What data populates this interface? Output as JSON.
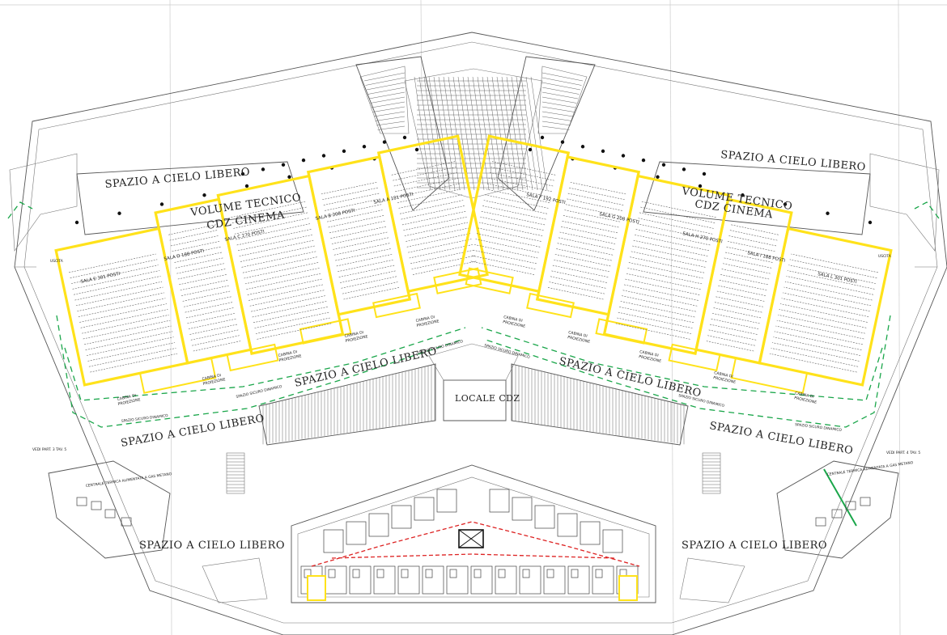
{
  "labels": {
    "open_space": "SPAZIO A CIELO LIBERO",
    "technical_volume_line1": "VOLUME TECNICO",
    "technical_volume_line2": "CDZ CINEMA",
    "cdz_room": "LOCALE CDZ",
    "safe_space": "SPAZIO SICURO DINAMICO",
    "projection_booth": "CABINA DI PROIEZIONE",
    "projection_booth_line1": "CABINA DI",
    "projection_booth_line2": "PROIEZIONE",
    "thermal_plant_left": "CENTRALE TERMICA ALIMENTATA A GAS METANO",
    "thermal_plant_right": "CENTRALE TERMICA ALIMENTATA A GAS METANO",
    "see_part_left": "VEDI PART. 3 TAV. 5",
    "see_part_right": "VEDI PART. 4 TAV. 5",
    "exit_left": "USCITA",
    "exit_right": "USCITA"
  },
  "halls_left": [
    {
      "name": "SALA E 301 POSTI"
    },
    {
      "name": "SALA D 188 POSTI"
    },
    {
      "name": "SALA C 270 POSTI"
    },
    {
      "name": "SALA B 208 POSTI"
    },
    {
      "name": "SALA A 181 POSTI"
    }
  ],
  "halls_right": [
    {
      "name": "SALA F 192 POSTI"
    },
    {
      "name": "SALA G 208 POSTI"
    },
    {
      "name": "SALA H 270 POSTI"
    },
    {
      "name": "SALA I 188 POSTI"
    },
    {
      "name": "SALA L 301 POSTI"
    }
  ],
  "colors": {
    "halls_outline": "#ffe21a",
    "escape_route": "#1aa64a",
    "hotel_route": "#d22222",
    "line_work": "#555555"
  }
}
